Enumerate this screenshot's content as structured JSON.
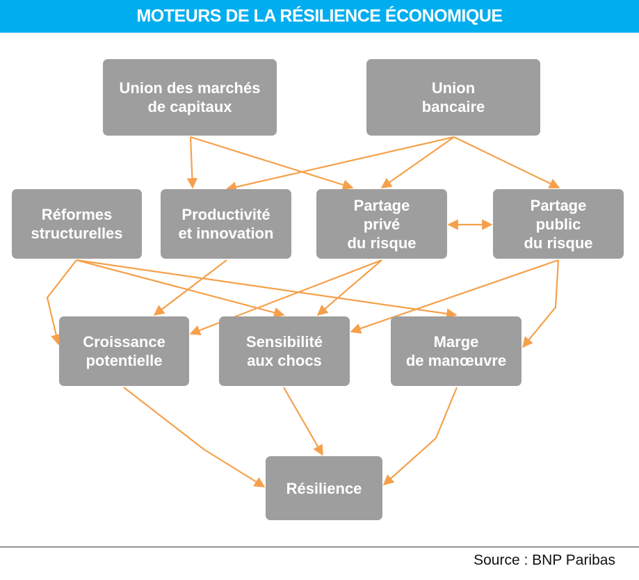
{
  "title": "MOTEURS DE LA RÉSILIENCE ÉCONOMIQUE",
  "source": "Source : BNP Paribas",
  "colors": {
    "header": "#00aeef",
    "box": "#9e9e9e",
    "arrow": "#f5a04a"
  },
  "nodes": {
    "union_marches": {
      "lines": [
        "Union des marchés",
        "de capitaux"
      ]
    },
    "union_bancaire": {
      "lines": [
        "Union",
        "bancaire"
      ]
    },
    "reformes": {
      "lines": [
        "Réformes",
        "structurelles"
      ]
    },
    "productivite": {
      "lines": [
        "Productivité",
        "et innovation"
      ]
    },
    "partage_prive": {
      "lines": [
        "Partage",
        "privé",
        "du risque"
      ]
    },
    "partage_public": {
      "lines": [
        "Partage",
        "public",
        "du risque"
      ]
    },
    "croissance": {
      "lines": [
        "Croissance",
        "potentielle"
      ]
    },
    "sensibilite": {
      "lines": [
        "Sensibilité",
        "aux chocs"
      ]
    },
    "marge": {
      "lines": [
        "Marge",
        "de manœuvre"
      ]
    },
    "resilience": {
      "lines": [
        "Résilience"
      ]
    }
  },
  "edges": [
    {
      "from": "union_marches",
      "to": "productivite"
    },
    {
      "from": "union_marches",
      "to": "partage_prive"
    },
    {
      "from": "union_bancaire",
      "to": "productivite"
    },
    {
      "from": "union_bancaire",
      "to": "partage_prive"
    },
    {
      "from": "union_bancaire",
      "to": "partage_public"
    },
    {
      "from": "partage_prive",
      "to": "partage_public",
      "bidirectional": true
    },
    {
      "from": "reformes",
      "to": "croissance"
    },
    {
      "from": "reformes",
      "to": "sensibilite"
    },
    {
      "from": "reformes",
      "to": "marge"
    },
    {
      "from": "productivite",
      "to": "croissance"
    },
    {
      "from": "partage_prive",
      "to": "croissance"
    },
    {
      "from": "partage_prive",
      "to": "sensibilite"
    },
    {
      "from": "partage_public",
      "to": "sensibilite"
    },
    {
      "from": "partage_public",
      "to": "marge"
    },
    {
      "from": "croissance",
      "to": "resilience"
    },
    {
      "from": "sensibilite",
      "to": "resilience"
    },
    {
      "from": "marge",
      "to": "resilience"
    }
  ]
}
